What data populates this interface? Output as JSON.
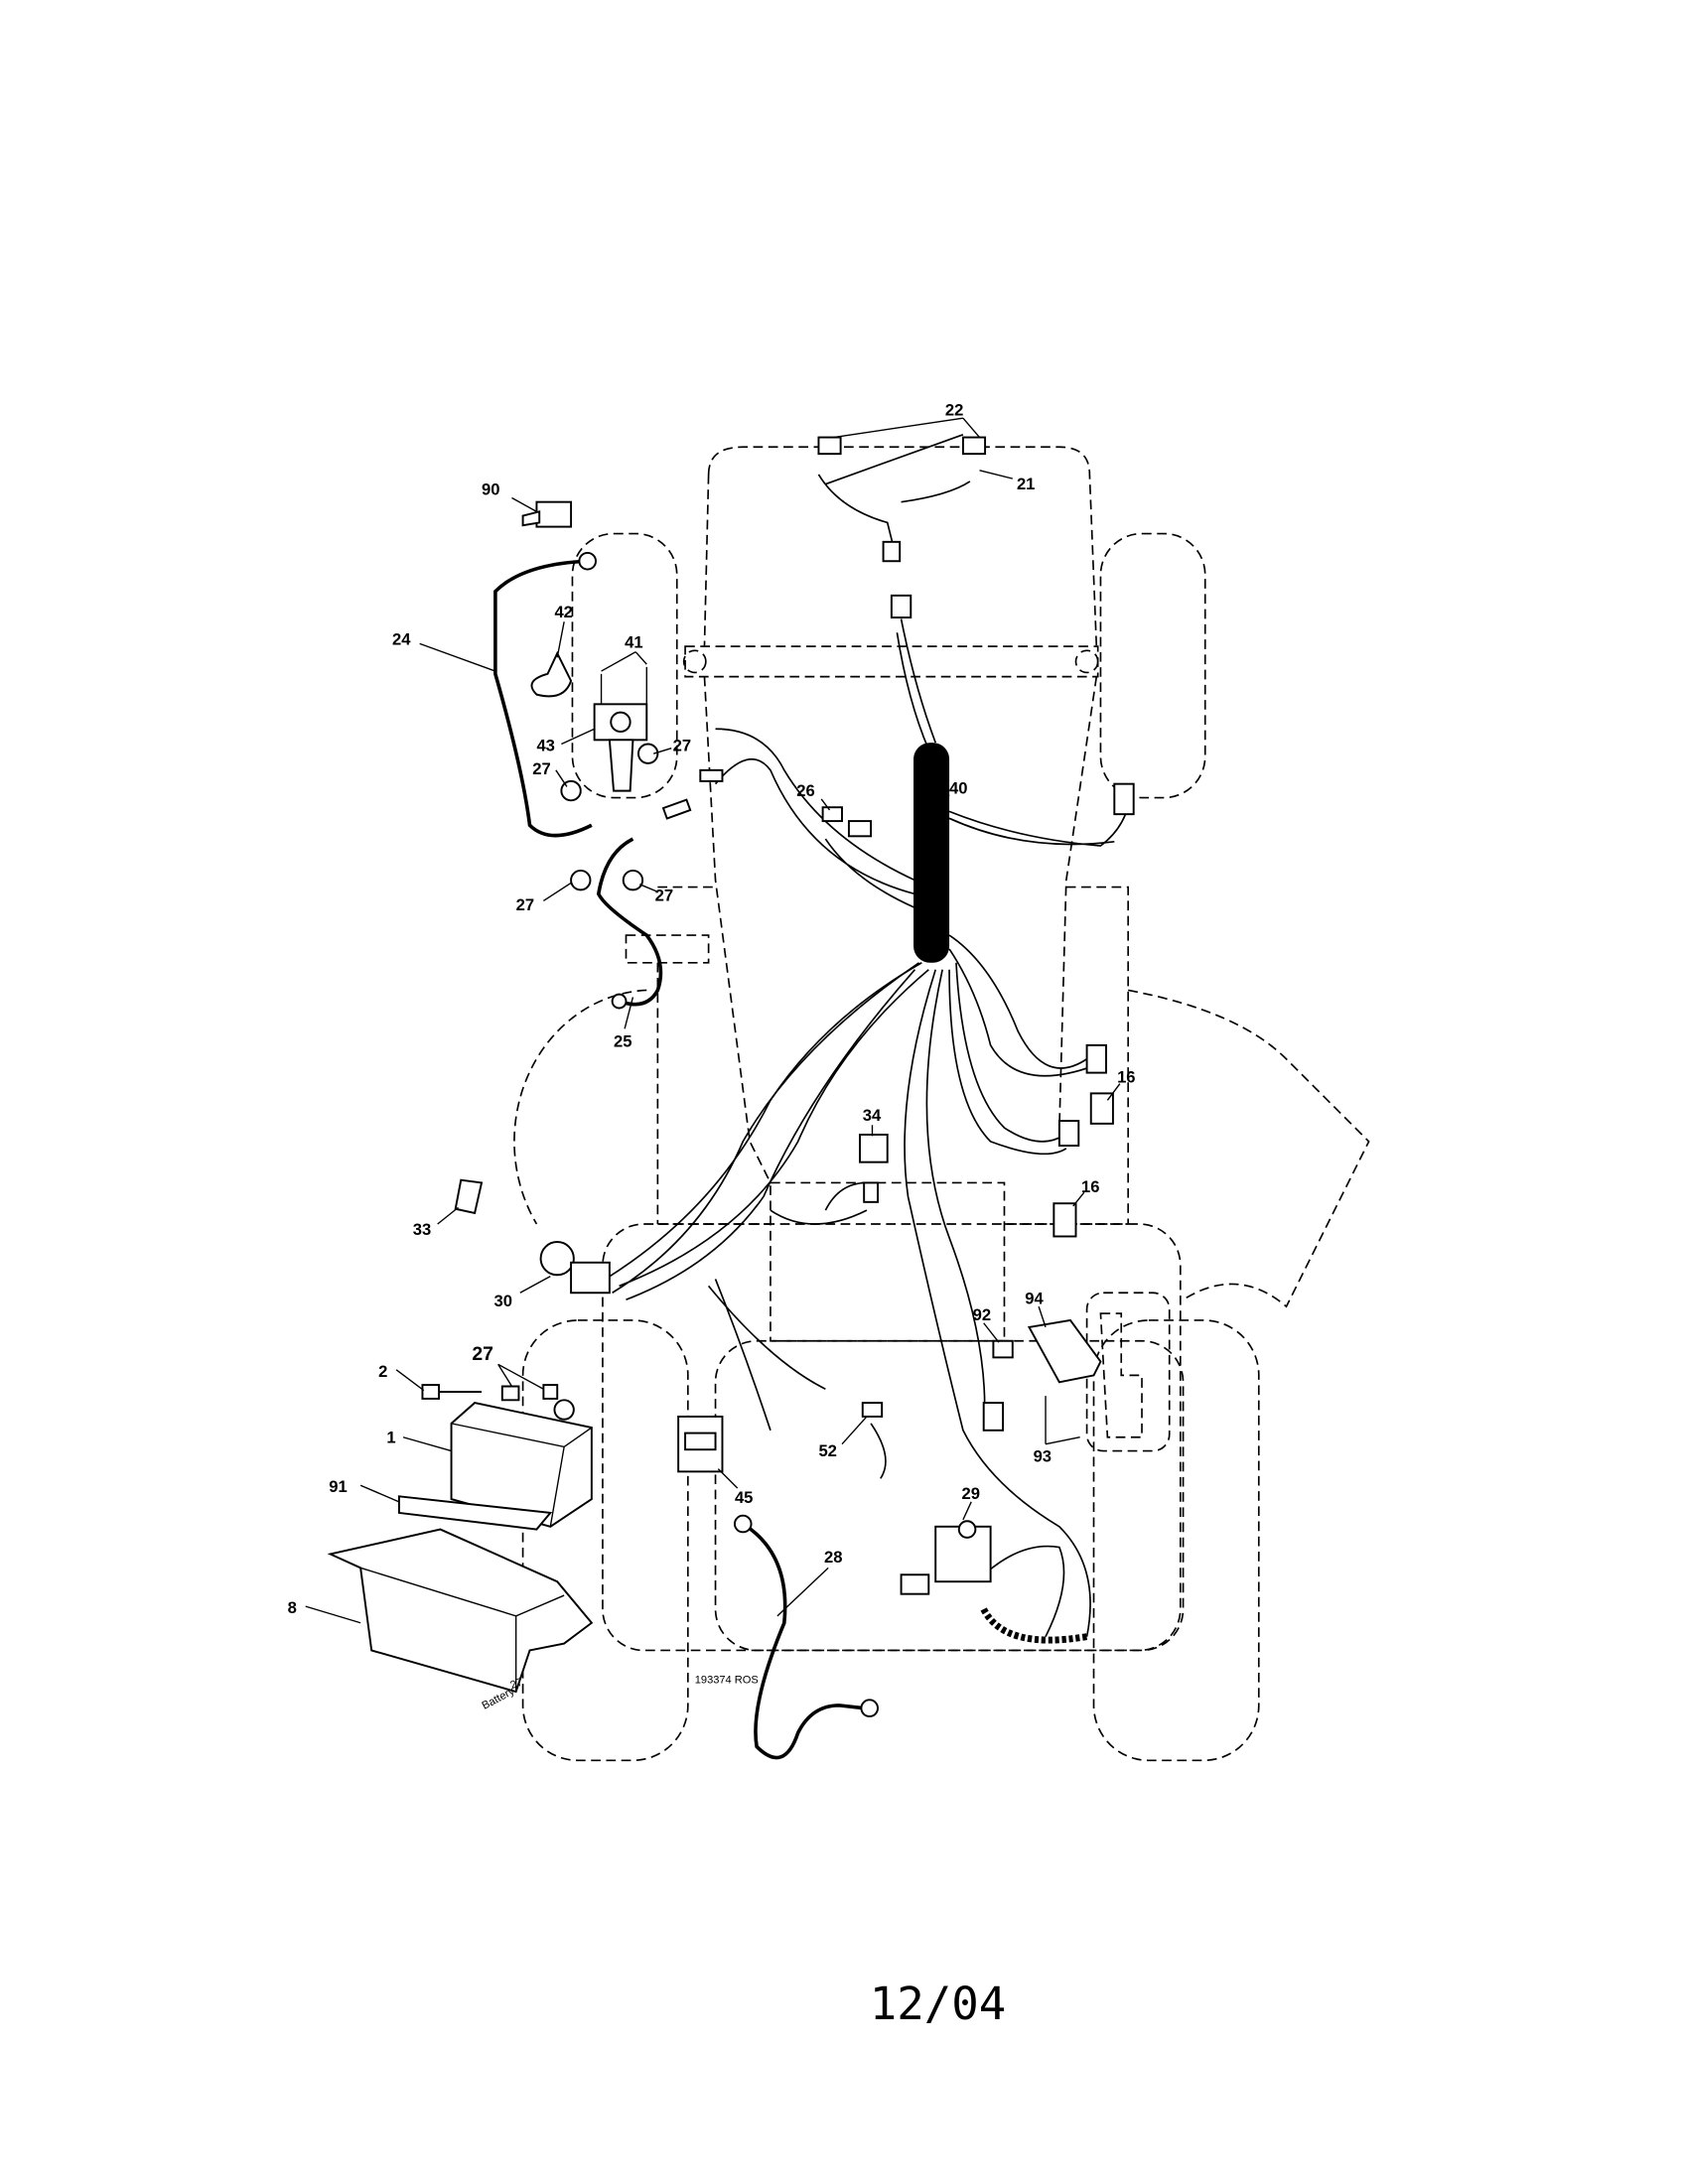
{
  "diagram": {
    "callouts": {
      "c22": "22",
      "c21": "21",
      "c90": "90",
      "c42": "42",
      "c41": "41",
      "c24": "24",
      "c43": "43",
      "c27a": "27",
      "c27b": "27",
      "c26": "26",
      "c40": "40",
      "c27c": "27",
      "c27d": "27",
      "c25": "25",
      "c16a": "16",
      "c34": "34",
      "c16b": "16",
      "c33": "33",
      "c30": "30",
      "c92": "92",
      "c94": "94",
      "c2": "2",
      "c27e": "27",
      "c1": "1",
      "c52": "52",
      "c93": "93",
      "c91": "91",
      "c45": "45",
      "c29": "29",
      "c28": "28",
      "c8": "8"
    },
    "drawing_number": "193374 ROS",
    "battery_label": "Battery",
    "battery_ref": "27",
    "date": "12/04"
  }
}
